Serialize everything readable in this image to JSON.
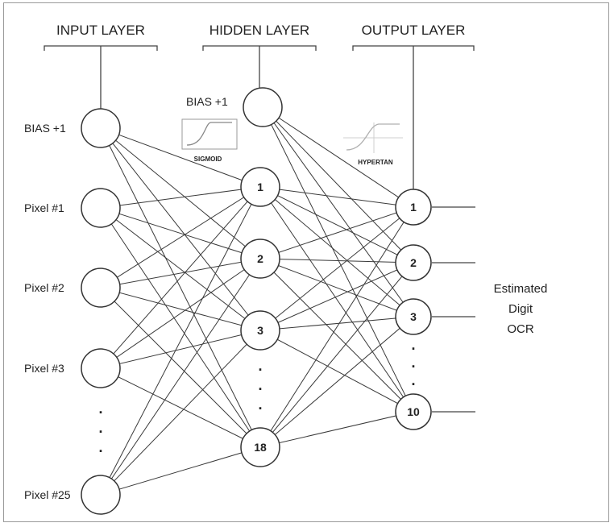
{
  "layers": {
    "input": "INPUT LAYER",
    "hidden": "HIDDEN LAYER",
    "output": "OUTPUT LAYER"
  },
  "input_nodes": [
    {
      "label": "BIAS +1"
    },
    {
      "label": "Pixel #1"
    },
    {
      "label": "Pixel #2"
    },
    {
      "label": "Pixel #3"
    },
    {
      "label": "Pixel #25"
    }
  ],
  "hidden_bias_label": "BIAS +1",
  "hidden_nodes": [
    "1",
    "2",
    "3",
    "18"
  ],
  "output_nodes": [
    "1",
    "2",
    "3",
    "10"
  ],
  "activations": {
    "hidden": "SIGMOID",
    "output": "HYPERTAN"
  },
  "output_label": [
    "Estimated",
    "Digit",
    "OCR"
  ],
  "ellipsis": "."
}
